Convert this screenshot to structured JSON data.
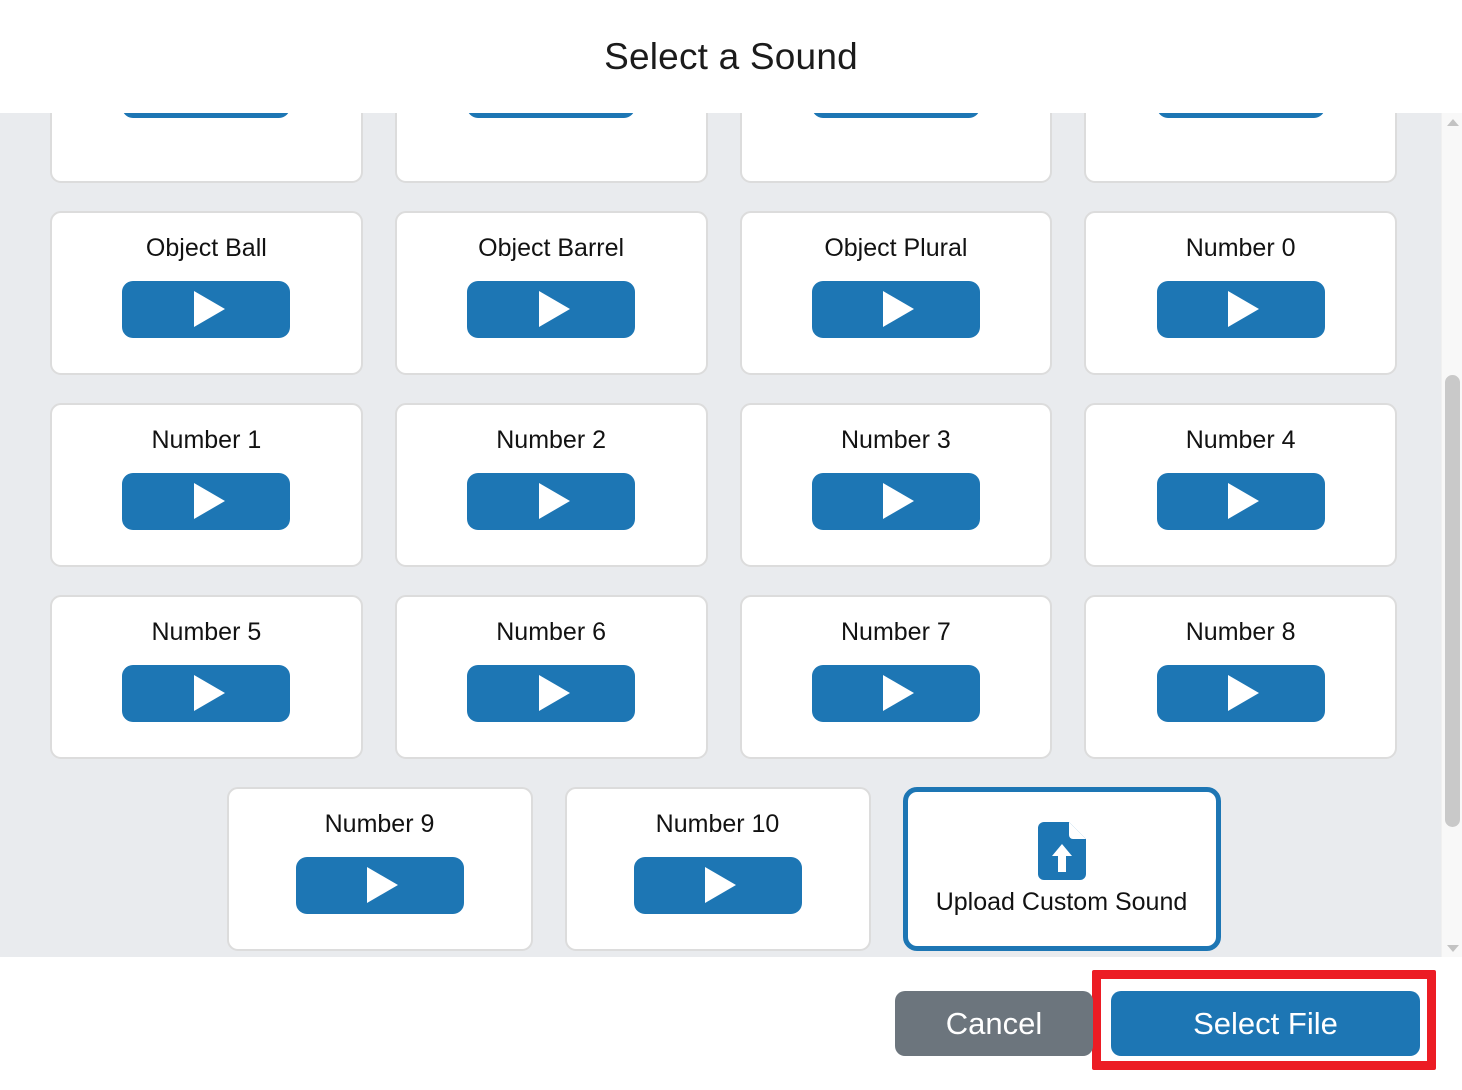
{
  "dialog": {
    "title": "Select a Sound"
  },
  "sounds": {
    "rows": [
      {
        "clipped": true,
        "items": [
          {
            "label": "",
            "icon": "play-icon"
          },
          {
            "label": "",
            "icon": "play-icon"
          },
          {
            "label": "",
            "icon": "play-icon"
          },
          {
            "label": "",
            "icon": "play-icon"
          }
        ]
      },
      {
        "clipped": false,
        "items": [
          {
            "label": "Object Ball",
            "icon": "play-icon"
          },
          {
            "label": "Object Barrel",
            "icon": "play-icon"
          },
          {
            "label": "Object Plural",
            "icon": "play-icon"
          },
          {
            "label": "Number 0",
            "icon": "play-icon"
          }
        ]
      },
      {
        "clipped": false,
        "items": [
          {
            "label": "Number 1",
            "icon": "play-icon"
          },
          {
            "label": "Number 2",
            "icon": "play-icon"
          },
          {
            "label": "Number 3",
            "icon": "play-icon"
          },
          {
            "label": "Number 4",
            "icon": "play-icon"
          }
        ]
      },
      {
        "clipped": false,
        "items": [
          {
            "label": "Number 5",
            "icon": "play-icon"
          },
          {
            "label": "Number 6",
            "icon": "play-icon"
          },
          {
            "label": "Number 7",
            "icon": "play-icon"
          },
          {
            "label": "Number 8",
            "icon": "play-icon"
          }
        ]
      }
    ],
    "last_row": {
      "items": [
        {
          "label": "Number 9",
          "icon": "play-icon"
        },
        {
          "label": "Number 10",
          "icon": "play-icon"
        }
      ],
      "upload": {
        "label": "Upload Custom Sound",
        "icon": "file-upload-icon"
      }
    }
  },
  "footer": {
    "cancel_label": "Cancel",
    "select_label": "Select File"
  },
  "scrollbar": {
    "up_icon": "caret-up-icon",
    "down_icon": "caret-down-icon"
  },
  "colors": {
    "accent_blue": "#1d76b4",
    "cancel_grey": "#6c757d",
    "body_background": "#e9ebee",
    "card_border": "#dcdcdc",
    "highlight_red": "#ec1c24"
  }
}
